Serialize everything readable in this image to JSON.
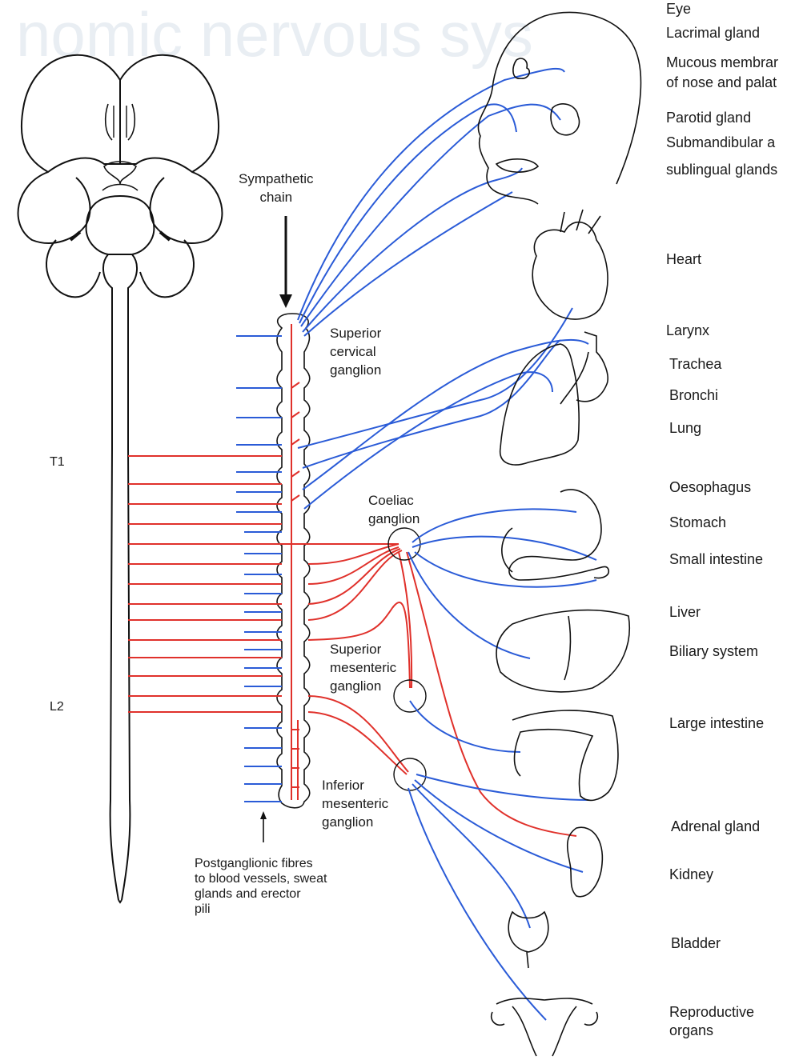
{
  "watermark": "nomic nervous sys",
  "labels": {
    "sympathetic_chain": "Sympathetic\nchain",
    "superior_cervical": "Superior\ncervical\nganglion",
    "coeliac": "Coeliac\nganglion",
    "superior_mesenteric": "Superior\nmesenteric\nganglion",
    "inferior_mesenteric": "Inferior\nmesenteric\nganglion",
    "postganglionic": "Postganglionic fibres\nto blood vessels, sweat\nglands and erector\npili",
    "t1": "T1",
    "l2": "L2"
  },
  "organs": [
    "Eye",
    "Lacrimal gland",
    "Mucous membrar",
    "of nose and palat",
    "Parotid gland",
    "Submandibular a",
    "sublingual glands",
    "Heart",
    "Larynx",
    "Trachea",
    "Bronchi",
    "Lung",
    "Oesophagus",
    "Stomach",
    "Small intestine",
    "Liver",
    "Biliary system",
    "Large intestine",
    "Adrenal gland",
    "Kidney",
    "Bladder",
    "Reproductive\norgans"
  ],
  "colors": {
    "preganglionic": "#e0312b",
    "postganglionic": "#2a5bd7",
    "outline": "#111111"
  }
}
